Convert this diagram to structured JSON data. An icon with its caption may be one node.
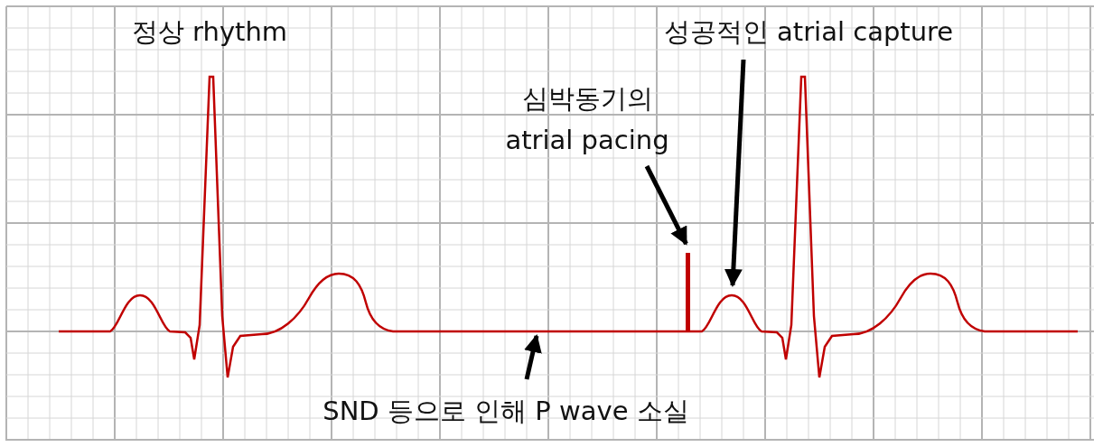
{
  "diagram": {
    "nodes": [
      {
        "text": [
          "심박동기의 atrial pacing"
        ]
      },
      {
        "text": [],
        "shape": "bar"
      },
      {
        "text": [
          "성공적인 atrial capture"
        ]
      },
      {
        "text": [
          "SND 등으로 인해 P wave 소실"
        ]
      }
    ],
    "edges": [
      {
        "from": 0,
        "to": 1,
        "arrow": "to"
      },
      {
        "from": 2,
        "to": null,
        "arrow": "to"
      },
      {
        "from": 3,
        "to": null,
        "arrow": "to"
      }
    ],
    "labels": [
      "정상 rhythm"
    ]
  }
}
